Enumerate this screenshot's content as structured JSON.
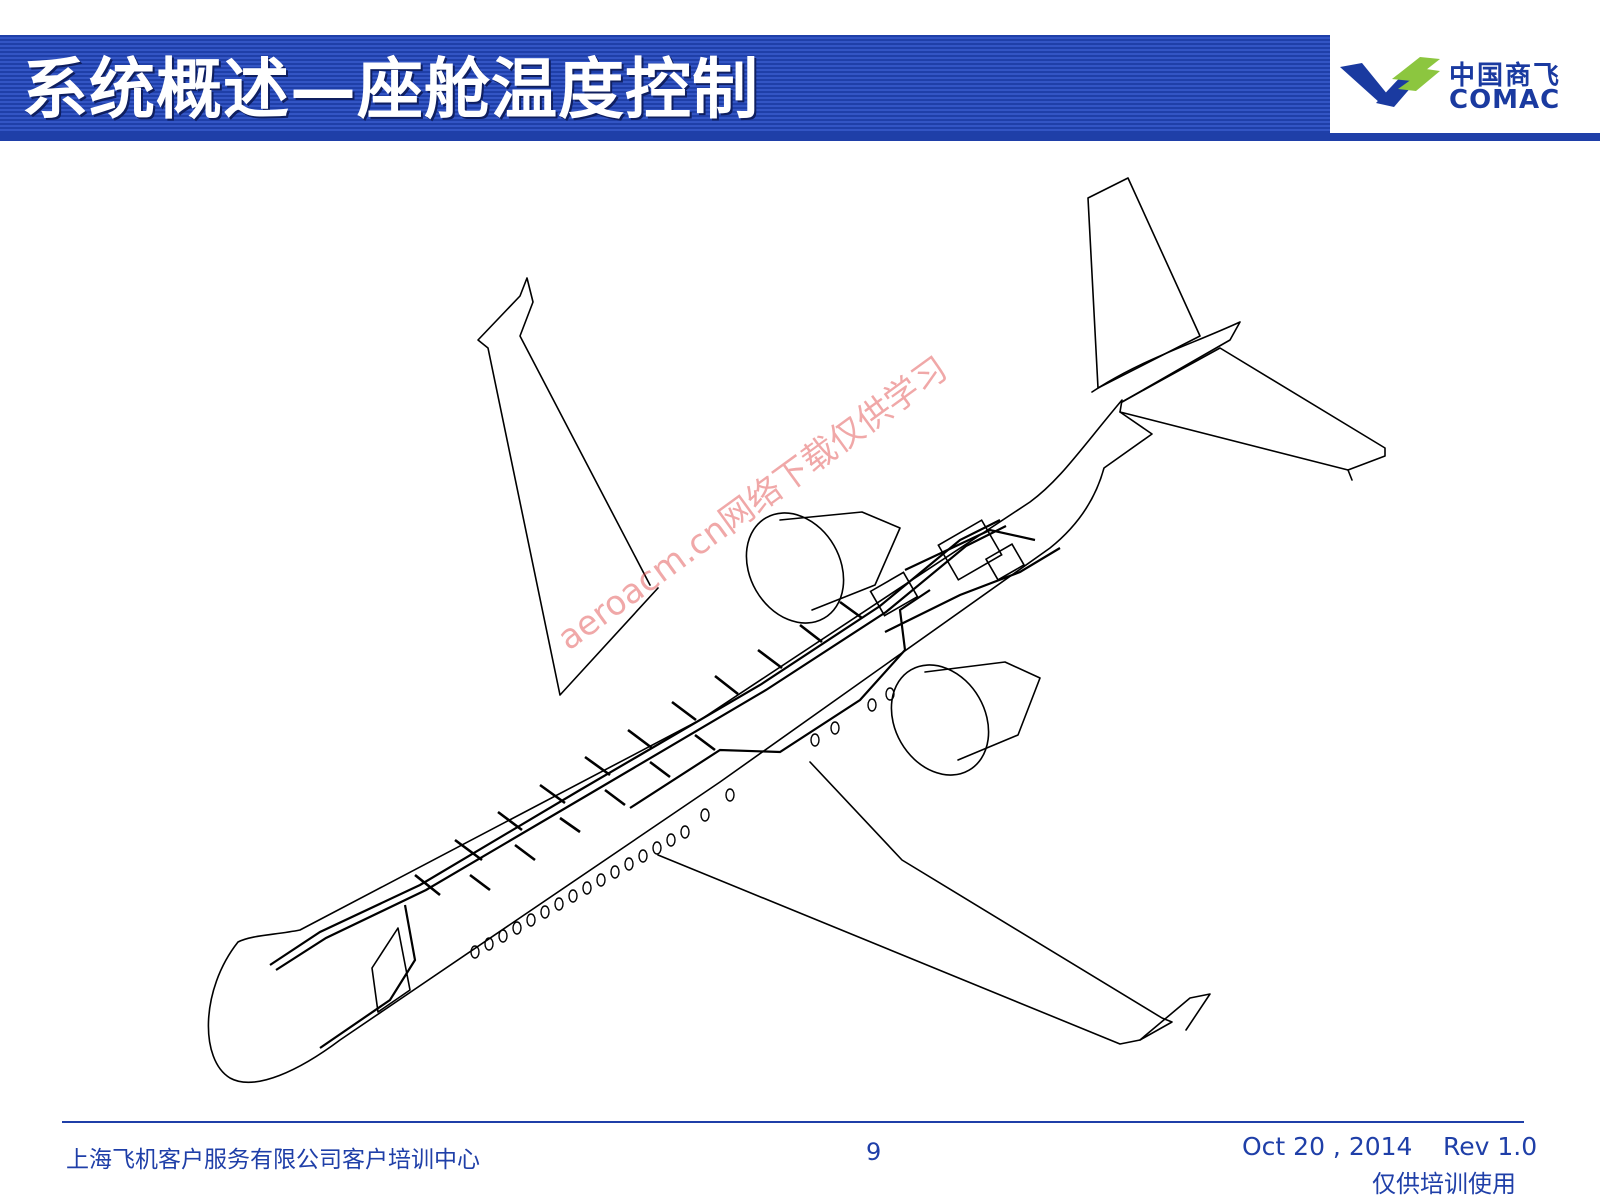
{
  "header": {
    "title": "系统概述—座舱温度控制",
    "logo_cn": "中国商飞",
    "logo_en": "COMAC",
    "logo_icon": "comac-wing-icon",
    "band_color": "#1f3fa8",
    "logo_green": "#8cc63f"
  },
  "figure": {
    "watermark": "aeroacm.cn网络下载仅供学习",
    "watermark_color": "#e04040"
  },
  "footer": {
    "organization": "上海飞机客户服务有限公司客户培训中心",
    "page_number": "9",
    "date": "Oct 20 , 2014",
    "revision": "Rev 1.0",
    "note": "仅供培训使用"
  }
}
